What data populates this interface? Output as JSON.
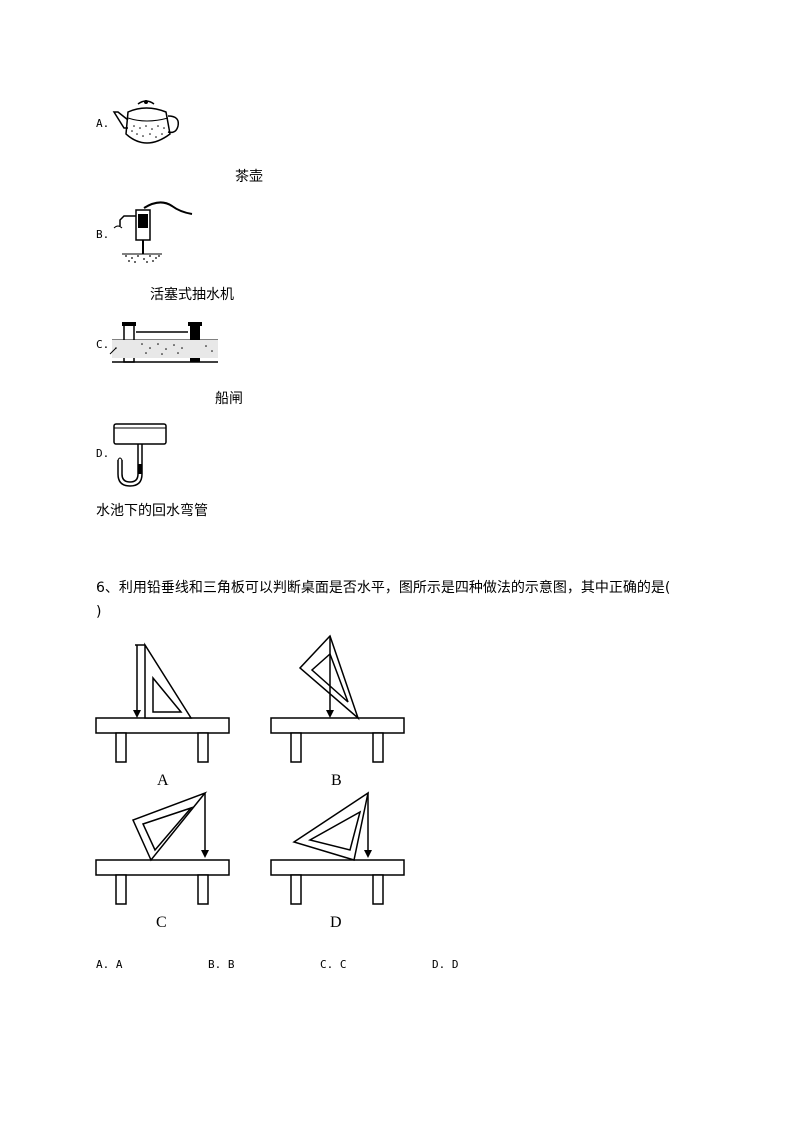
{
  "options_q5": [
    {
      "letter": "A.",
      "caption": "茶壶",
      "icon": "teapot-icon"
    },
    {
      "letter": "B.",
      "caption": "活塞式抽水机",
      "icon": "piston-pump-icon"
    },
    {
      "letter": "C.",
      "caption": "船闸",
      "icon": "ship-lock-icon"
    },
    {
      "letter": "D.",
      "caption": "水池下的回水弯管",
      "icon": "sink-trap-icon"
    }
  ],
  "question6": {
    "stem_line1": "6、利用铅垂线和三角板可以判断桌面是否水平，图所示是四种做法的示意图，其中正确的是(",
    "stem_line2": ")",
    "figure_labels": [
      "A",
      "B",
      "C",
      "D"
    ],
    "answers": [
      "A. A",
      "B. B",
      "C. C",
      "D. D"
    ]
  }
}
